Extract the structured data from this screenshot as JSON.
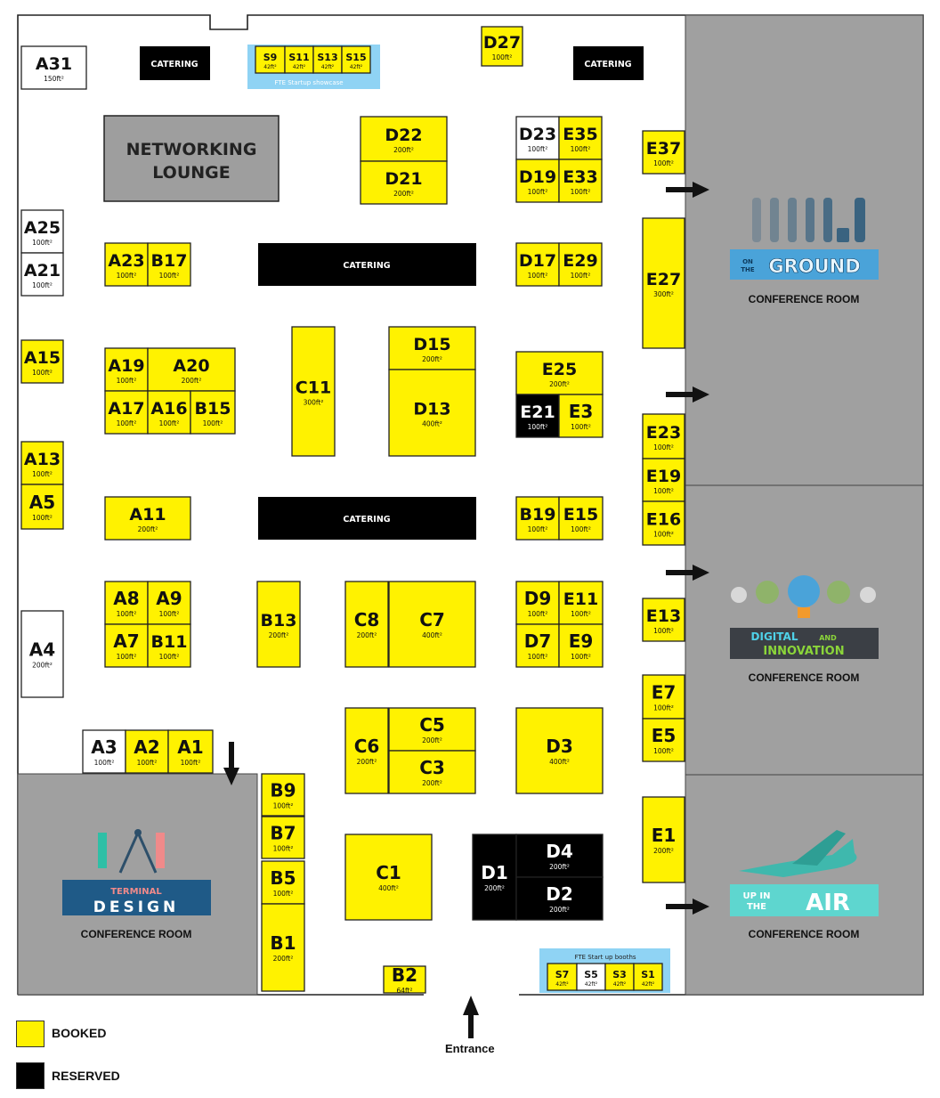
{
  "colors": {
    "booked": "#fff200",
    "reserved": "#000000",
    "available": "#ffffff",
    "conference": "#a0a0a0",
    "lounge": "#9e9e9e",
    "startup": "#8fd3f4"
  },
  "booths": [
    {
      "id": "A31",
      "size": "150ft²",
      "status": "available"
    },
    {
      "id": "D27",
      "size": "100ft²",
      "status": "booked"
    },
    {
      "id": "D22",
      "size": "200ft²",
      "status": "booked"
    },
    {
      "id": "D21",
      "size": "200ft²",
      "status": "booked"
    },
    {
      "id": "D23",
      "size": "100ft²",
      "status": "available"
    },
    {
      "id": "E35",
      "size": "100ft²",
      "status": "booked"
    },
    {
      "id": "D19",
      "size": "100ft²",
      "status": "booked"
    },
    {
      "id": "E33",
      "size": "100ft²",
      "status": "booked"
    },
    {
      "id": "E37",
      "size": "100ft²",
      "status": "booked"
    },
    {
      "id": "A25",
      "size": "100ft²",
      "status": "available"
    },
    {
      "id": "A21",
      "size": "100ft²",
      "status": "available"
    },
    {
      "id": "A23",
      "size": "100ft²",
      "status": "booked"
    },
    {
      "id": "B17",
      "size": "100ft²",
      "status": "booked"
    },
    {
      "id": "D17",
      "size": "100ft²",
      "status": "booked"
    },
    {
      "id": "E29",
      "size": "100ft²",
      "status": "booked"
    },
    {
      "id": "E27",
      "size": "300ft²",
      "status": "booked"
    },
    {
      "id": "A15",
      "size": "100ft²",
      "status": "booked"
    },
    {
      "id": "A19",
      "size": "100ft²",
      "status": "booked"
    },
    {
      "id": "A20",
      "size": "200ft²",
      "status": "booked"
    },
    {
      "id": "A17",
      "size": "100ft²",
      "status": "booked"
    },
    {
      "id": "A16",
      "size": "100ft²",
      "status": "booked"
    },
    {
      "id": "B15",
      "size": "100ft²",
      "status": "booked"
    },
    {
      "id": "C11",
      "size": "300ft²",
      "status": "booked"
    },
    {
      "id": "D15",
      "size": "200ft²",
      "status": "booked"
    },
    {
      "id": "D13",
      "size": "400ft²",
      "status": "booked"
    },
    {
      "id": "E25",
      "size": "200ft²",
      "status": "booked"
    },
    {
      "id": "E21",
      "size": "100ft²",
      "status": "reserved"
    },
    {
      "id": "E3",
      "size": "100ft²",
      "status": "booked"
    },
    {
      "id": "A13",
      "size": "100ft²",
      "status": "booked"
    },
    {
      "id": "A5",
      "size": "100ft²",
      "status": "booked"
    },
    {
      "id": "E23",
      "size": "100ft²",
      "status": "booked"
    },
    {
      "id": "E19",
      "size": "100ft²",
      "status": "booked"
    },
    {
      "id": "E16",
      "size": "100ft²",
      "status": "booked"
    },
    {
      "id": "A11",
      "size": "200ft²",
      "status": "booked"
    },
    {
      "id": "B19",
      "size": "100ft²",
      "status": "booked"
    },
    {
      "id": "E15",
      "size": "100ft²",
      "status": "booked"
    },
    {
      "id": "A8",
      "size": "100ft²",
      "status": "booked"
    },
    {
      "id": "A9",
      "size": "100ft²",
      "status": "booked"
    },
    {
      "id": "A7",
      "size": "100ft²",
      "status": "booked"
    },
    {
      "id": "B11",
      "size": "100ft²",
      "status": "booked"
    },
    {
      "id": "A4",
      "size": "200ft²",
      "status": "available"
    },
    {
      "id": "B13",
      "size": "200ft²",
      "status": "booked"
    },
    {
      "id": "C8",
      "size": "200ft²",
      "status": "booked"
    },
    {
      "id": "C7",
      "size": "400ft²",
      "status": "booked"
    },
    {
      "id": "D9",
      "size": "100ft²",
      "status": "booked"
    },
    {
      "id": "E11",
      "size": "100ft²",
      "status": "booked"
    },
    {
      "id": "D7",
      "size": "100ft²",
      "status": "booked"
    },
    {
      "id": "E9",
      "size": "100ft²",
      "status": "booked"
    },
    {
      "id": "E13",
      "size": "100ft²",
      "status": "booked"
    },
    {
      "id": "E7",
      "size": "100ft²",
      "status": "booked"
    },
    {
      "id": "E5",
      "size": "100ft²",
      "status": "booked"
    },
    {
      "id": "A3",
      "size": "100ft²",
      "status": "available"
    },
    {
      "id": "A2",
      "size": "100ft²",
      "status": "booked"
    },
    {
      "id": "A1",
      "size": "100ft²",
      "status": "booked"
    },
    {
      "id": "C6",
      "size": "200ft²",
      "status": "booked"
    },
    {
      "id": "C5",
      "size": "200ft²",
      "status": "booked"
    },
    {
      "id": "C3",
      "size": "200ft²",
      "status": "booked"
    },
    {
      "id": "D3",
      "size": "400ft²",
      "status": "booked"
    },
    {
      "id": "B9",
      "size": "100ft²",
      "status": "booked"
    },
    {
      "id": "B7",
      "size": "100ft²",
      "status": "booked"
    },
    {
      "id": "B5",
      "size": "100ft²",
      "status": "booked"
    },
    {
      "id": "B1",
      "size": "200ft²",
      "status": "booked"
    },
    {
      "id": "C1",
      "size": "400ft²",
      "status": "booked"
    },
    {
      "id": "D1",
      "size": "200ft²",
      "status": "reserved"
    },
    {
      "id": "D4",
      "size": "200ft²",
      "status": "reserved"
    },
    {
      "id": "D2",
      "size": "200ft²",
      "status": "reserved"
    },
    {
      "id": "E1",
      "size": "200ft²",
      "status": "booked"
    },
    {
      "id": "B2",
      "size": "64ft²",
      "status": "booked"
    },
    {
      "id": "S9",
      "size": "42ft²",
      "status": "booked"
    },
    {
      "id": "S11",
      "size": "42ft²",
      "status": "booked"
    },
    {
      "id": "S13",
      "size": "42ft²",
      "status": "booked"
    },
    {
      "id": "S15",
      "size": "42ft²",
      "status": "booked"
    },
    {
      "id": "S7",
      "size": "42ft²",
      "status": "booked"
    },
    {
      "id": "S5",
      "size": "42ft²",
      "status": "available"
    },
    {
      "id": "S3",
      "size": "42ft²",
      "status": "booked"
    },
    {
      "id": "S1",
      "size": "42ft²",
      "status": "booked"
    }
  ],
  "catering": [
    "CATERING",
    "CATERING",
    "CATERING",
    "CATERING"
  ],
  "networking_lounge": [
    "NETWORKING",
    "LOUNGE"
  ],
  "startup_showcase_label": "FTE Startup showcase",
  "startup_booths_label": "FTE Start up booths",
  "conference_rooms": [
    {
      "title_line1": "ON",
      "title_line2": "THE",
      "title_main": "GROUND",
      "label": "CONFERENCE ROOM"
    },
    {
      "title_line1": "DIGITAL",
      "title_line2": "AND",
      "title_main": "INNOVATION",
      "label": "CONFERENCE ROOM"
    },
    {
      "title_line1": "UP IN",
      "title_line2": "THE",
      "title_main": "AIR",
      "label": "CONFERENCE ROOM"
    },
    {
      "title_line1": "TERMINAL",
      "title_line2": "",
      "title_main": "DESIGN",
      "label": "CONFERENCE ROOM"
    }
  ],
  "legend": {
    "booked": "BOOKED",
    "reserved": "RESERVED"
  },
  "entrance": "Entrance"
}
